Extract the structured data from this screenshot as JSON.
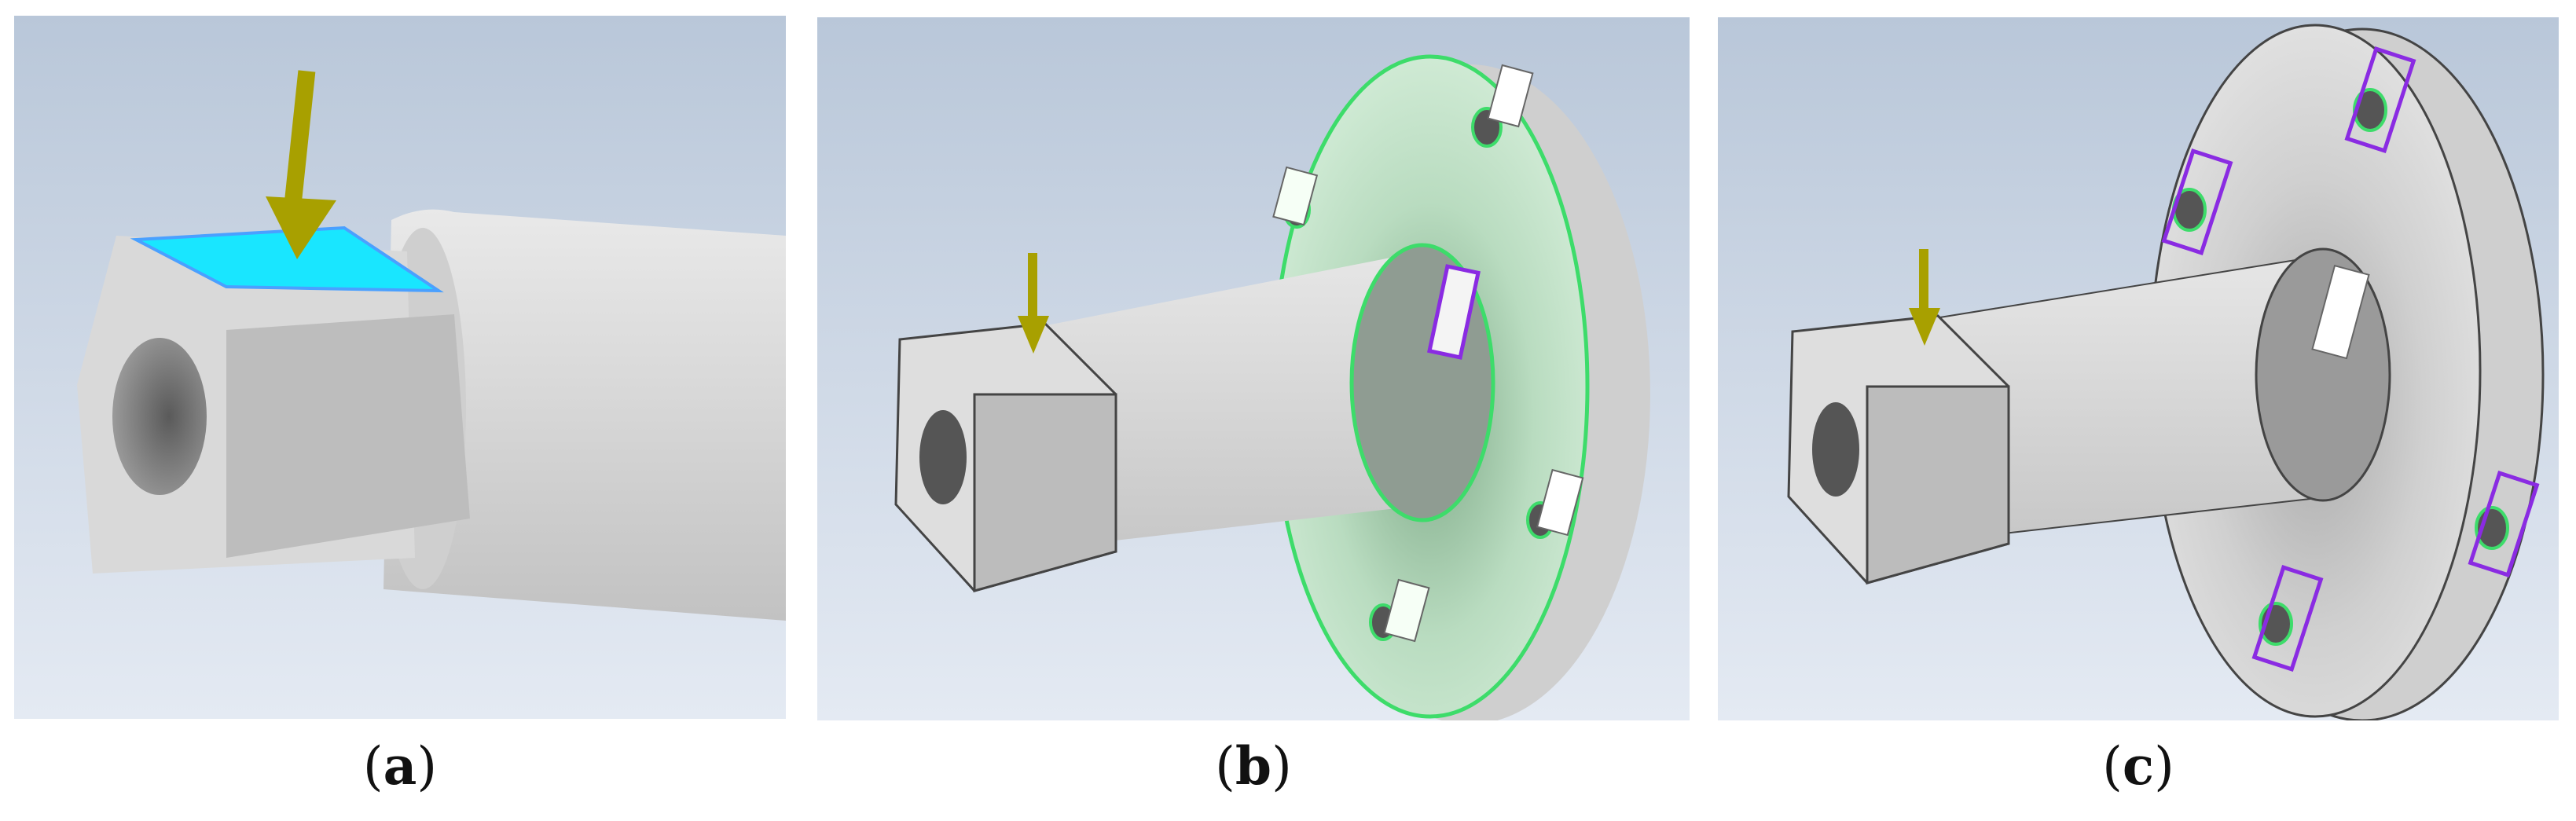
{
  "captions": {
    "a_open": "(",
    "a_letter": "a",
    "a_close": ")",
    "b_open": "(",
    "b_letter": "b",
    "b_close": ")",
    "c_open": "(",
    "c_letter": "c",
    "c_close": ")"
  },
  "colors": {
    "background_top": "#b8c6d8",
    "background_bottom": "#e6ecf4",
    "part_gray": "#d8d8d8",
    "selected_face": "#19e6ff",
    "load_arrow": "#a8a000",
    "flange_highlight": "#3ddc6a",
    "constraint_purple": "#8a2be2"
  },
  "icons": {
    "load_arrow": "down-arrow-icon",
    "hole_constraint": "fixed-constraint-icon"
  }
}
